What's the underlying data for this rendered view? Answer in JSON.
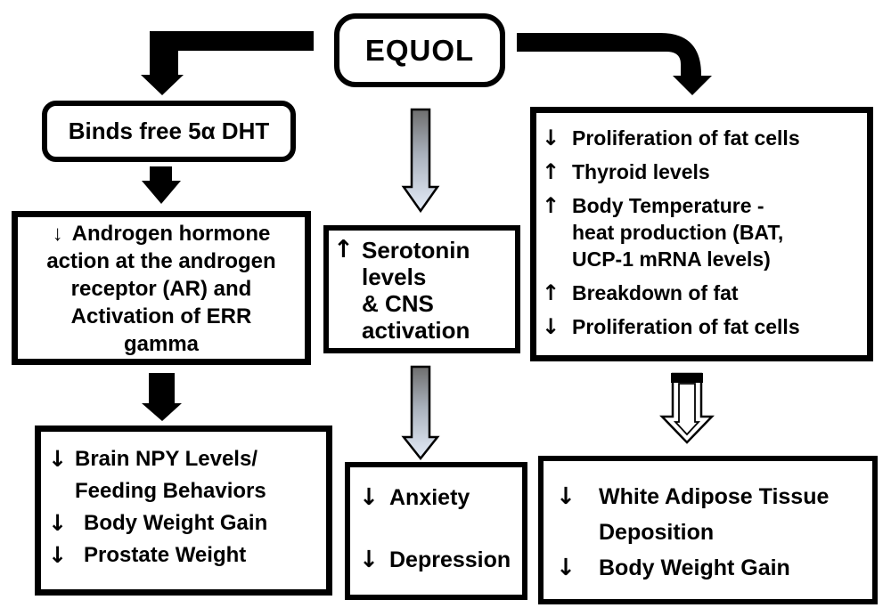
{
  "flowchart": {
    "root": {
      "label": "EQUOL"
    },
    "left_branch": {
      "binds_box": {
        "text": "Binds free 5α DHT"
      },
      "androgen_box": {
        "icon": "↓",
        "lines": [
          "Androgen hormone",
          "action at the androgen",
          "receptor (AR) and",
          "Activation of ERR",
          "gamma"
        ]
      },
      "outcome_box": {
        "items": [
          {
            "icon": "↓",
            "lines": [
              "Brain NPY Levels/",
              "Feeding Behaviors"
            ]
          },
          {
            "icon": "↓",
            "lines": [
              "Body Weight Gain"
            ]
          },
          {
            "icon": "↓",
            "lines": [
              "Prostate Weight"
            ]
          }
        ]
      }
    },
    "middle_branch": {
      "serotonin_box": {
        "icon": "↑",
        "lines": [
          "Serotonin",
          "levels",
          "& CNS",
          "activation"
        ]
      },
      "outcome_box": {
        "items": [
          {
            "icon": "↓",
            "text": "Anxiety"
          },
          {
            "icon": "↓",
            "text": "Depression"
          }
        ]
      }
    },
    "right_branch": {
      "effects_box": {
        "items": [
          {
            "icon": "↓",
            "lines": [
              "Proliferation of fat cells"
            ]
          },
          {
            "icon": "↑",
            "lines": [
              "Thyroid levels"
            ]
          },
          {
            "icon": "↑",
            "lines": [
              "Body Temperature -",
              "heat production (BAT,",
              "UCP-1 mRNA levels)"
            ]
          },
          {
            "icon": "↑",
            "lines": [
              "Breakdown of fat"
            ]
          },
          {
            "icon": "↓",
            "lines": [
              "Proliferation of fat cells"
            ]
          }
        ]
      },
      "outcome_box": {
        "items": [
          {
            "icon": "↓",
            "lines": [
              "White Adipose Tissue",
              "Deposition"
            ]
          },
          {
            "icon": "↓",
            "lines": [
              "Body Weight Gain"
            ]
          }
        ]
      }
    },
    "colors": {
      "ink": "#000000",
      "background": "#ffffff",
      "gradient_arrow_top": "#6e6e6e",
      "gradient_arrow_mid": "#aab2bd",
      "gradient_arrow_bottom": "#e4ecf8"
    }
  }
}
